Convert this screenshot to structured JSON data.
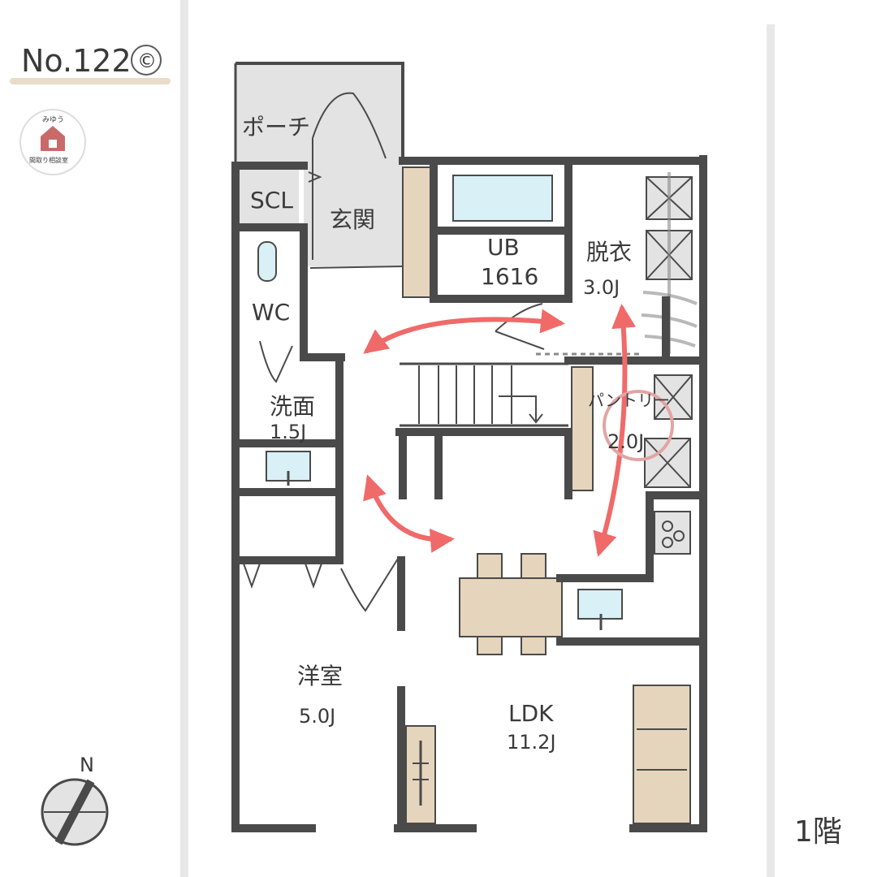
{
  "header": {
    "plan_number": "No.122",
    "copyright_mark": "©"
  },
  "logo": {
    "top_text": "みゆう",
    "bottom_text": "間取り相談室",
    "icon": "house-icon"
  },
  "rooms": {
    "porch": "ポーチ",
    "scl": "SCL",
    "entrance": "玄関",
    "ub_name": "UB",
    "ub_size": "1616",
    "dressing_name": "脱衣",
    "dressing_size": "3.0J",
    "wc": "WC",
    "washroom_name": "洗面",
    "washroom_size": "1.5J",
    "pantry_name": "パントリー",
    "pantry_size": "2.0J",
    "western_name": "洋室",
    "western_size": "5.0J",
    "ldk_name": "LDK",
    "ldk_size": "11.2J"
  },
  "compass": {
    "north_label": "N",
    "icon": "compass-icon"
  },
  "floor_label": "1階",
  "colors": {
    "wall": "#4a4a4a",
    "gray_fill": "#e3e3e3",
    "wood": "#e6d5bd",
    "water": "#d8f0f6",
    "red_arrow": "#f06a6a",
    "underline": "#e9dcc8",
    "side_bar": "#e8e8e8"
  }
}
